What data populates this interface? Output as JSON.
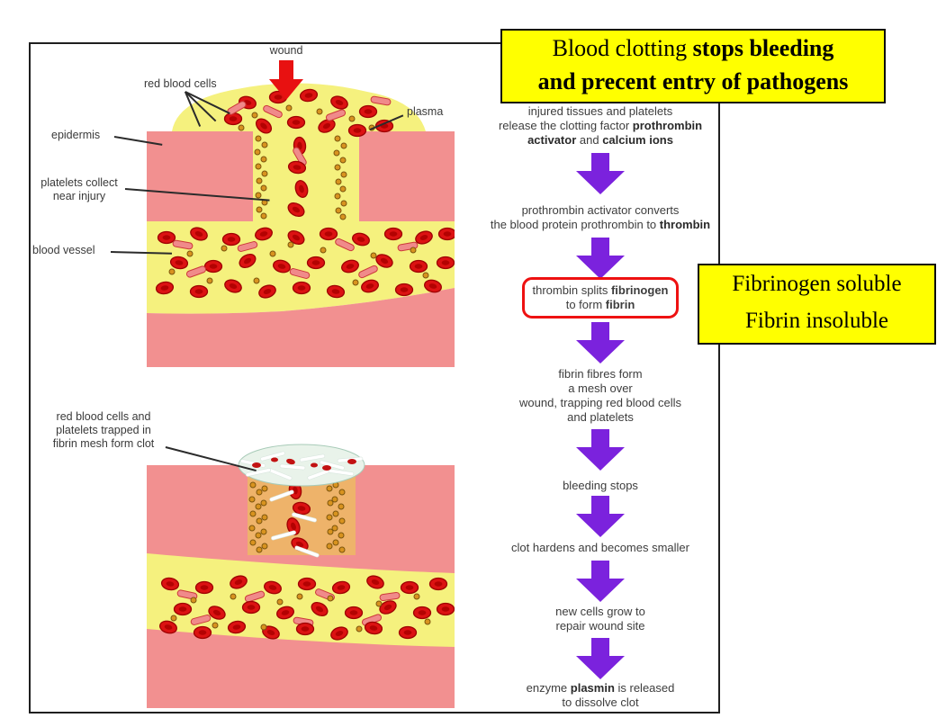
{
  "banner": {
    "lines": [
      [
        {
          "t": "Blood clotting ",
          "b": false
        },
        {
          "t": "stops bleeding",
          "b": true
        }
      ],
      [
        {
          "t": "and precent entry of pathogens",
          "b": true
        }
      ]
    ]
  },
  "side_note": {
    "lines": [
      "Fibrinogen soluble",
      "Fibrin insoluble"
    ]
  },
  "labels": {
    "wound": "wound",
    "red_blood_cells": "red blood cells",
    "plasma": "plasma",
    "epidermis": "epidermis",
    "platelets_collect": [
      "platelets collect",
      "near injury"
    ],
    "blood_vessel": "blood vessel",
    "clot": [
      "red blood cells and",
      "platelets trapped in",
      "fibrin mesh form clot"
    ]
  },
  "flowchart": {
    "steps": [
      {
        "lines": [
          [
            {
              "t": "injured tissues and platelets",
              "b": false
            }
          ],
          [
            {
              "t": "release the clotting factor ",
              "b": false
            },
            {
              "t": "prothrombin",
              "b": true
            }
          ],
          [
            {
              "t": "activator",
              "b": true
            },
            {
              "t": " and ",
              "b": false
            },
            {
              "t": "calcium ions",
              "b": true
            }
          ]
        ]
      },
      {
        "lines": [
          [
            {
              "t": "prothrombin activator converts",
              "b": false
            }
          ],
          [
            {
              "t": "the blood protein prothrombin to ",
              "b": false
            },
            {
              "t": "thrombin",
              "b": true
            }
          ]
        ]
      },
      {
        "highlighted": true,
        "lines": [
          [
            {
              "t": "thrombin splits ",
              "b": false
            },
            {
              "t": "fibrinogen",
              "b": true
            }
          ],
          [
            {
              "t": "to form ",
              "b": false
            },
            {
              "t": "fibrin",
              "b": true
            }
          ]
        ]
      },
      {
        "lines": [
          [
            {
              "t": "fibrin fibres form",
              "b": false
            }
          ],
          [
            {
              "t": "a mesh over",
              "b": false
            }
          ],
          [
            {
              "t": "wound, trapping red blood cells",
              "b": false
            }
          ],
          [
            {
              "t": "and platelets",
              "b": false
            }
          ]
        ]
      },
      {
        "lines": [
          [
            {
              "t": "bleeding stops",
              "b": false
            }
          ]
        ]
      },
      {
        "lines": [
          [
            {
              "t": "clot hardens and becomes smaller",
              "b": false
            }
          ]
        ]
      },
      {
        "lines": [
          [
            {
              "t": "new cells grow to",
              "b": false
            }
          ],
          [
            {
              "t": "repair wound site",
              "b": false
            }
          ]
        ]
      },
      {
        "lines": [
          [
            {
              "t": "enzyme ",
              "b": false
            },
            {
              "t": "plasmin",
              "b": true
            },
            {
              "t": " is released",
              "b": false
            }
          ],
          [
            {
              "t": "to dissolve clot",
              "b": false
            }
          ]
        ]
      }
    ]
  },
  "colors": {
    "arrow_purple": "#7b22dd",
    "wound_red": "#e81111",
    "highlight_yellow": "#ffff00",
    "box_outline_red": "#ee1111",
    "tissue_pink": "#f29090",
    "plasma_yellow": "#f5f17e",
    "cell_red": "#dc1212",
    "platelet_orange": "#d8931f"
  }
}
